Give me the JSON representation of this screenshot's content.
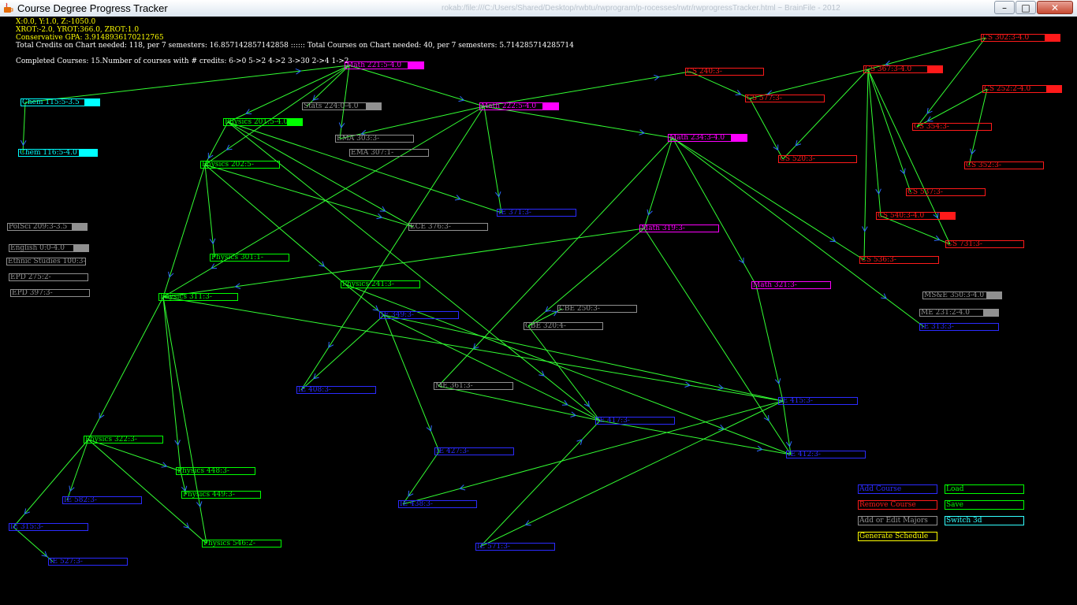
{
  "window": {
    "title": "Course Degree Progress Tracker",
    "background_url_text": "rokab:/file:///C:/Users/Shared/Desktop/rwbtu/rwprogram/p-rocesses/rwtr/rwprogressTracker.html ~ BrainFile - 2012",
    "min_glyph": "–",
    "max_glyph": "□",
    "close_glyph": "✕"
  },
  "info": {
    "line1": "X:0.0, Y:1.0, Z:-1050.0",
    "line2": "XROT:-2.0, YROT:366.0, ZROT:1.0",
    "line3": "Conservative GPA: 3.9148936170212765",
    "line4": "Total Credits on Chart needed: 118, per 7 semesters: 16.857142857142858 :::::: Total Courses on Chart needed: 40, per 7 semesters: 5.714285714285714",
    "line5": "Completed Courses: 15.Number of courses with # credits: 6->0 5->2 4->2 3->30 2->4 1->2"
  },
  "colors": {
    "info_yellow": "#ffff00",
    "info_white": "#ffffff",
    "edge": "#33ff33",
    "math": "#ff00ff",
    "physics": "#00ff00",
    "cs": "#ff1a1a",
    "chem": "#00ffff",
    "gray": "#909090",
    "ie": "#2b2bff",
    "cyan": "#33ffff",
    "yellow": "#ffff00"
  },
  "nodes": [
    {
      "id": "chem115",
      "label": "Chem 115:5-3.5",
      "color": "chem",
      "done": true
    },
    {
      "id": "chem116",
      "label": "Chem 116:5-4.0",
      "color": "chem",
      "done": true
    },
    {
      "id": "math221",
      "label": "Math 221:5-4.0",
      "color": "math",
      "done": true
    },
    {
      "id": "stats224",
      "label": "Stats 224:0-4.0",
      "color": "gray",
      "done": true
    },
    {
      "id": "math222",
      "label": "Math 222:5-4.0",
      "color": "math",
      "done": true
    },
    {
      "id": "physics201",
      "label": "Physics 201:5-4.0",
      "color": "physics",
      "done": true
    },
    {
      "id": "ema303",
      "label": "EMA 303:3-",
      "color": "gray",
      "done": false
    },
    {
      "id": "ema307",
      "label": "EMA 307:1-",
      "color": "gray",
      "done": false
    },
    {
      "id": "physics202",
      "label": "Physics 202:5-",
      "color": "physics",
      "done": false
    },
    {
      "id": "math234",
      "label": "Math 234:3-4.0",
      "color": "math",
      "done": true
    },
    {
      "id": "cs240",
      "label": "CS 240:3-",
      "color": "cs",
      "done": false
    },
    {
      "id": "cs577",
      "label": "CS 577:3-",
      "color": "cs",
      "done": false
    },
    {
      "id": "cs302",
      "label": "CS 302:3-4.0",
      "color": "cs",
      "done": true
    },
    {
      "id": "cs367",
      "label": "CS 367:3-4.0",
      "color": "cs",
      "done": true
    },
    {
      "id": "cs252",
      "label": "CS 252:2-4.0",
      "color": "cs",
      "done": true
    },
    {
      "id": "cs354",
      "label": "CS 354:3-",
      "color": "cs",
      "done": false
    },
    {
      "id": "cs520",
      "label": "CS 520:3-",
      "color": "cs",
      "done": false
    },
    {
      "id": "cs352",
      "label": "CS 352:3-",
      "color": "cs",
      "done": false
    },
    {
      "id": "cs537",
      "label": "CS 537:3-",
      "color": "cs",
      "done": false
    },
    {
      "id": "cs540",
      "label": "CS 540:3-4.0",
      "color": "cs",
      "done": true
    },
    {
      "id": "cs731",
      "label": "CS 731:3-",
      "color": "cs",
      "done": false
    },
    {
      "id": "cs536",
      "label": "CS 536:3-",
      "color": "cs",
      "done": false
    },
    {
      "id": "ie371",
      "label": "IE 371:3-",
      "color": "ie",
      "done": false
    },
    {
      "id": "ece376",
      "label": "ECE 376:3-",
      "color": "gray",
      "done": false
    },
    {
      "id": "math319",
      "label": "Math 319:3-",
      "color": "math",
      "done": false
    },
    {
      "id": "polsci209",
      "label": "PolSci 209:3-3.5",
      "color": "gray",
      "done": true
    },
    {
      "id": "english",
      "label": "English 0:0-4.0",
      "color": "gray",
      "done": true
    },
    {
      "id": "ethnic100",
      "label": "Ethnic Studies 100:3-",
      "color": "gray",
      "done": false
    },
    {
      "id": "epd275",
      "label": "EPD 275:2-",
      "color": "gray",
      "done": false
    },
    {
      "id": "epd397",
      "label": "EPD 397:3-",
      "color": "gray",
      "done": false
    },
    {
      "id": "physics301",
      "label": "Physics 301:1-",
      "color": "physics",
      "done": false
    },
    {
      "id": "physics241",
      "label": "Physics 241:3-",
      "color": "physics",
      "done": false
    },
    {
      "id": "physics311",
      "label": "Physics 311:3-",
      "color": "physics",
      "done": false
    },
    {
      "id": "math321",
      "label": "Math 321:3-",
      "color": "math",
      "done": false
    },
    {
      "id": "mse350",
      "label": "MS&E 350:3-4.0",
      "color": "gray",
      "done": true
    },
    {
      "id": "me231",
      "label": "ME 231:2-4.0",
      "color": "gray",
      "done": true
    },
    {
      "id": "ie3xx",
      "label": "IE 313:3-",
      "color": "ie",
      "done": false
    },
    {
      "id": "cbe250",
      "label": "CBE 250:3-",
      "color": "gray",
      "done": false
    },
    {
      "id": "cbe320",
      "label": "CBE 320:4-",
      "color": "gray",
      "done": false
    },
    {
      "id": "ie349",
      "label": "IE 349:3-",
      "color": "ie",
      "done": false
    },
    {
      "id": "ie408",
      "label": "IE 408:3-",
      "color": "ie",
      "done": false
    },
    {
      "id": "me361",
      "label": "ME 361:3-",
      "color": "gray",
      "done": false
    },
    {
      "id": "ie415",
      "label": "IE 415:3-",
      "color": "ie",
      "done": false
    },
    {
      "id": "ie41x",
      "label": "IE 417:3-",
      "color": "ie",
      "done": false
    },
    {
      "id": "physics322",
      "label": "Physics 322:3-",
      "color": "physics",
      "done": false
    },
    {
      "id": "ie427",
      "label": "IE 427:3-",
      "color": "ie",
      "done": false
    },
    {
      "id": "ie412",
      "label": "IE 412:3-",
      "color": "ie",
      "done": false
    },
    {
      "id": "physics448",
      "label": "Physics 448:3-",
      "color": "physics",
      "done": false
    },
    {
      "id": "physics449",
      "label": "Physics 449:3-",
      "color": "physics",
      "done": false
    },
    {
      "id": "ie5xx",
      "label": "IE 582:3-",
      "color": "ie",
      "done": false
    },
    {
      "id": "ie438",
      "label": "IE 438:3-",
      "color": "ie",
      "done": false
    },
    {
      "id": "ie3yy",
      "label": "IE 315:3-",
      "color": "ie",
      "done": false
    },
    {
      "id": "physics546",
      "label": "Physics 546:2-",
      "color": "physics",
      "done": false
    },
    {
      "id": "ie571",
      "label": "IE 571:3-",
      "color": "ie",
      "done": false
    },
    {
      "id": "ie527",
      "label": "IE 527:3-",
      "color": "ie",
      "done": false
    }
  ],
  "edges": [
    [
      "chem115",
      "chem116"
    ],
    [
      "chem115",
      "math221"
    ],
    [
      "math221",
      "physics201"
    ],
    [
      "math221",
      "physics202"
    ],
    [
      "math221",
      "stats224"
    ],
    [
      "math221",
      "math222"
    ],
    [
      "math221",
      "ema303"
    ],
    [
      "math222",
      "math234"
    ],
    [
      "math222",
      "cs240"
    ],
    [
      "math222",
      "ema303"
    ],
    [
      "math222",
      "ie371"
    ],
    [
      "math222",
      "physics311"
    ],
    [
      "math222",
      "ie408"
    ],
    [
      "physics201",
      "physics202"
    ],
    [
      "physics201",
      "ece376"
    ],
    [
      "physics201",
      "ie371"
    ],
    [
      "physics201",
      "ie41x"
    ],
    [
      "physics202",
      "physics301"
    ],
    [
      "physics202",
      "physics241"
    ],
    [
      "physics202",
      "physics311"
    ],
    [
      "physics202",
      "ece376"
    ],
    [
      "math234",
      "math319"
    ],
    [
      "math234",
      "math321"
    ],
    [
      "math234",
      "ie3xx"
    ],
    [
      "math234",
      "me361"
    ],
    [
      "math234",
      "cs536"
    ],
    [
      "cs240",
      "cs577"
    ],
    [
      "cs302",
      "cs367"
    ],
    [
      "cs302",
      "cs354"
    ],
    [
      "cs367",
      "cs577"
    ],
    [
      "cs367",
      "cs520"
    ],
    [
      "cs367",
      "cs537"
    ],
    [
      "cs367",
      "cs540"
    ],
    [
      "cs367",
      "cs536"
    ],
    [
      "cs367",
      "cs731"
    ],
    [
      "cs252",
      "cs354"
    ],
    [
      "cs252",
      "cs352"
    ],
    [
      "cs577",
      "cs520"
    ],
    [
      "cs540",
      "cs731"
    ],
    [
      "math319",
      "physics311"
    ],
    [
      "math319",
      "cbe320"
    ],
    [
      "math319",
      "ie412"
    ],
    [
      "math321",
      "ie415"
    ],
    [
      "physics241",
      "ie349"
    ],
    [
      "physics241",
      "ie412"
    ],
    [
      "physics311",
      "physics322"
    ],
    [
      "physics311",
      "physics448"
    ],
    [
      "physics311",
      "ie415"
    ],
    [
      "physics311",
      "physics546"
    ],
    [
      "ie349",
      "ie408"
    ],
    [
      "ie349",
      "ie427"
    ],
    [
      "ie349",
      "ie415"
    ],
    [
      "ie349",
      "ie41x"
    ],
    [
      "cbe320",
      "cbe250"
    ],
    [
      "cbe320",
      "ie41x"
    ],
    [
      "me361",
      "ie41x"
    ],
    [
      "ie415",
      "ie438"
    ],
    [
      "ie415",
      "ie571"
    ],
    [
      "ie415",
      "ie412"
    ],
    [
      "ie41x",
      "ie412"
    ],
    [
      "ie427",
      "ie438"
    ],
    [
      "physics322",
      "ie5xx"
    ],
    [
      "physics322",
      "physics448"
    ],
    [
      "physics322",
      "physics546"
    ],
    [
      "physics322",
      "ie3yy"
    ],
    [
      "physics448",
      "physics449"
    ],
    [
      "ie3yy",
      "ie527"
    ],
    [
      "ie571",
      "ie41x"
    ]
  ],
  "buttons": [
    {
      "id": "add-course",
      "label": "Add Course",
      "color": "ie"
    },
    {
      "id": "load",
      "label": "Load",
      "color": "physics"
    },
    {
      "id": "remove-course",
      "label": "Remove Course",
      "color": "cs"
    },
    {
      "id": "save",
      "label": "Save",
      "color": "physics"
    },
    {
      "id": "edit-majors",
      "label": "Add or Edit Majors",
      "color": "gray"
    },
    {
      "id": "switch-3d",
      "label": "Switch 3d",
      "color": "cyan"
    },
    {
      "id": "generate-schedule",
      "label": "Generate Schedule",
      "color": "yellow"
    }
  ]
}
